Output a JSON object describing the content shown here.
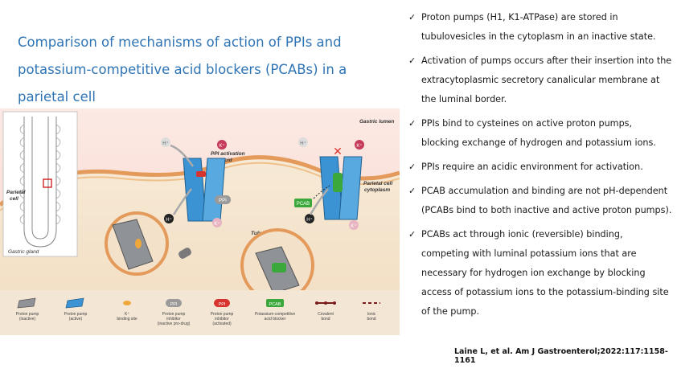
{
  "title": "Comparison of mechanisms of action of PPIs and potassium-competitive acid blockers (PCABs) in a parietal cell",
  "bullets": [
    "Proton pumps (H1, K1-ATPase) are stored in tubulovesicles in the cytoplasm in an inactive state.",
    "Activation of pumps occurs after their insertion into the extracytoplasmic secretory canalicular membrane at the luminal border.",
    "PPIs bind to cysteines on active proton pumps, blocking exchange of hydrogen and potassium ions.",
    "PPIs require an acidic environment for activation.",
    "PCAB accumulation and binding are not pH-dependent (PCABs bind to both inactive and active proton pumps).",
    "PCABs act through ionic (reversible) binding, competing with luminal potassium ions that are necessary for hydrogen ion exchange by blocking access of potassium ions to the potassium-binding site of the pump."
  ],
  "citation": "Laine L, et al. Am J Gastroenterol;2022:117:1158-1161",
  "figure": {
    "gastric_lumen": "Gastric lumen",
    "parietal_cell_cytoplasm": [
      "Parietal cell",
      "cytoplasm"
    ],
    "ppi_activation": [
      "PPI activation",
      "in acid"
    ],
    "tubulovesicle": "Tubulovesicle",
    "gland_label": "Gastric gland",
    "gland_cell": [
      "Parietal",
      "cell"
    ],
    "h_ion": "H⁺",
    "k_ion": "K⁺",
    "ppi": "PPI",
    "pcab": "PCAB",
    "legend": [
      {
        "label": [
          "Proton pump",
          "(inactive)"
        ]
      },
      {
        "label": [
          "Proton pump",
          "(active)"
        ]
      },
      {
        "label": [
          "K⁺",
          "binding site"
        ]
      },
      {
        "label": [
          "Proton pump",
          "inhibitor",
          "(inactive pro-drug)"
        ],
        "badge": "PPI"
      },
      {
        "label": [
          "Proton pump",
          "inhibitor",
          "(activated)"
        ],
        "badge": "PPI"
      },
      {
        "label": [
          "Potassium-competitive",
          "acid blocker"
        ],
        "badge": "PCAB"
      },
      {
        "label": [
          "Covalent",
          "bond"
        ]
      },
      {
        "label": [
          "Ionic",
          "bond"
        ]
      }
    ]
  },
  "colors": {
    "title": "#2e74b5",
    "pump_active": "#3b93d3",
    "pump_inactive": "#8f9296",
    "ppi_active": "#d8332e",
    "pcab": "#3aa83a",
    "k_ion": "#c83a5a",
    "lumen_bg": "#fbe4dd",
    "cytoplasm_bg": "#f5e6cf"
  }
}
